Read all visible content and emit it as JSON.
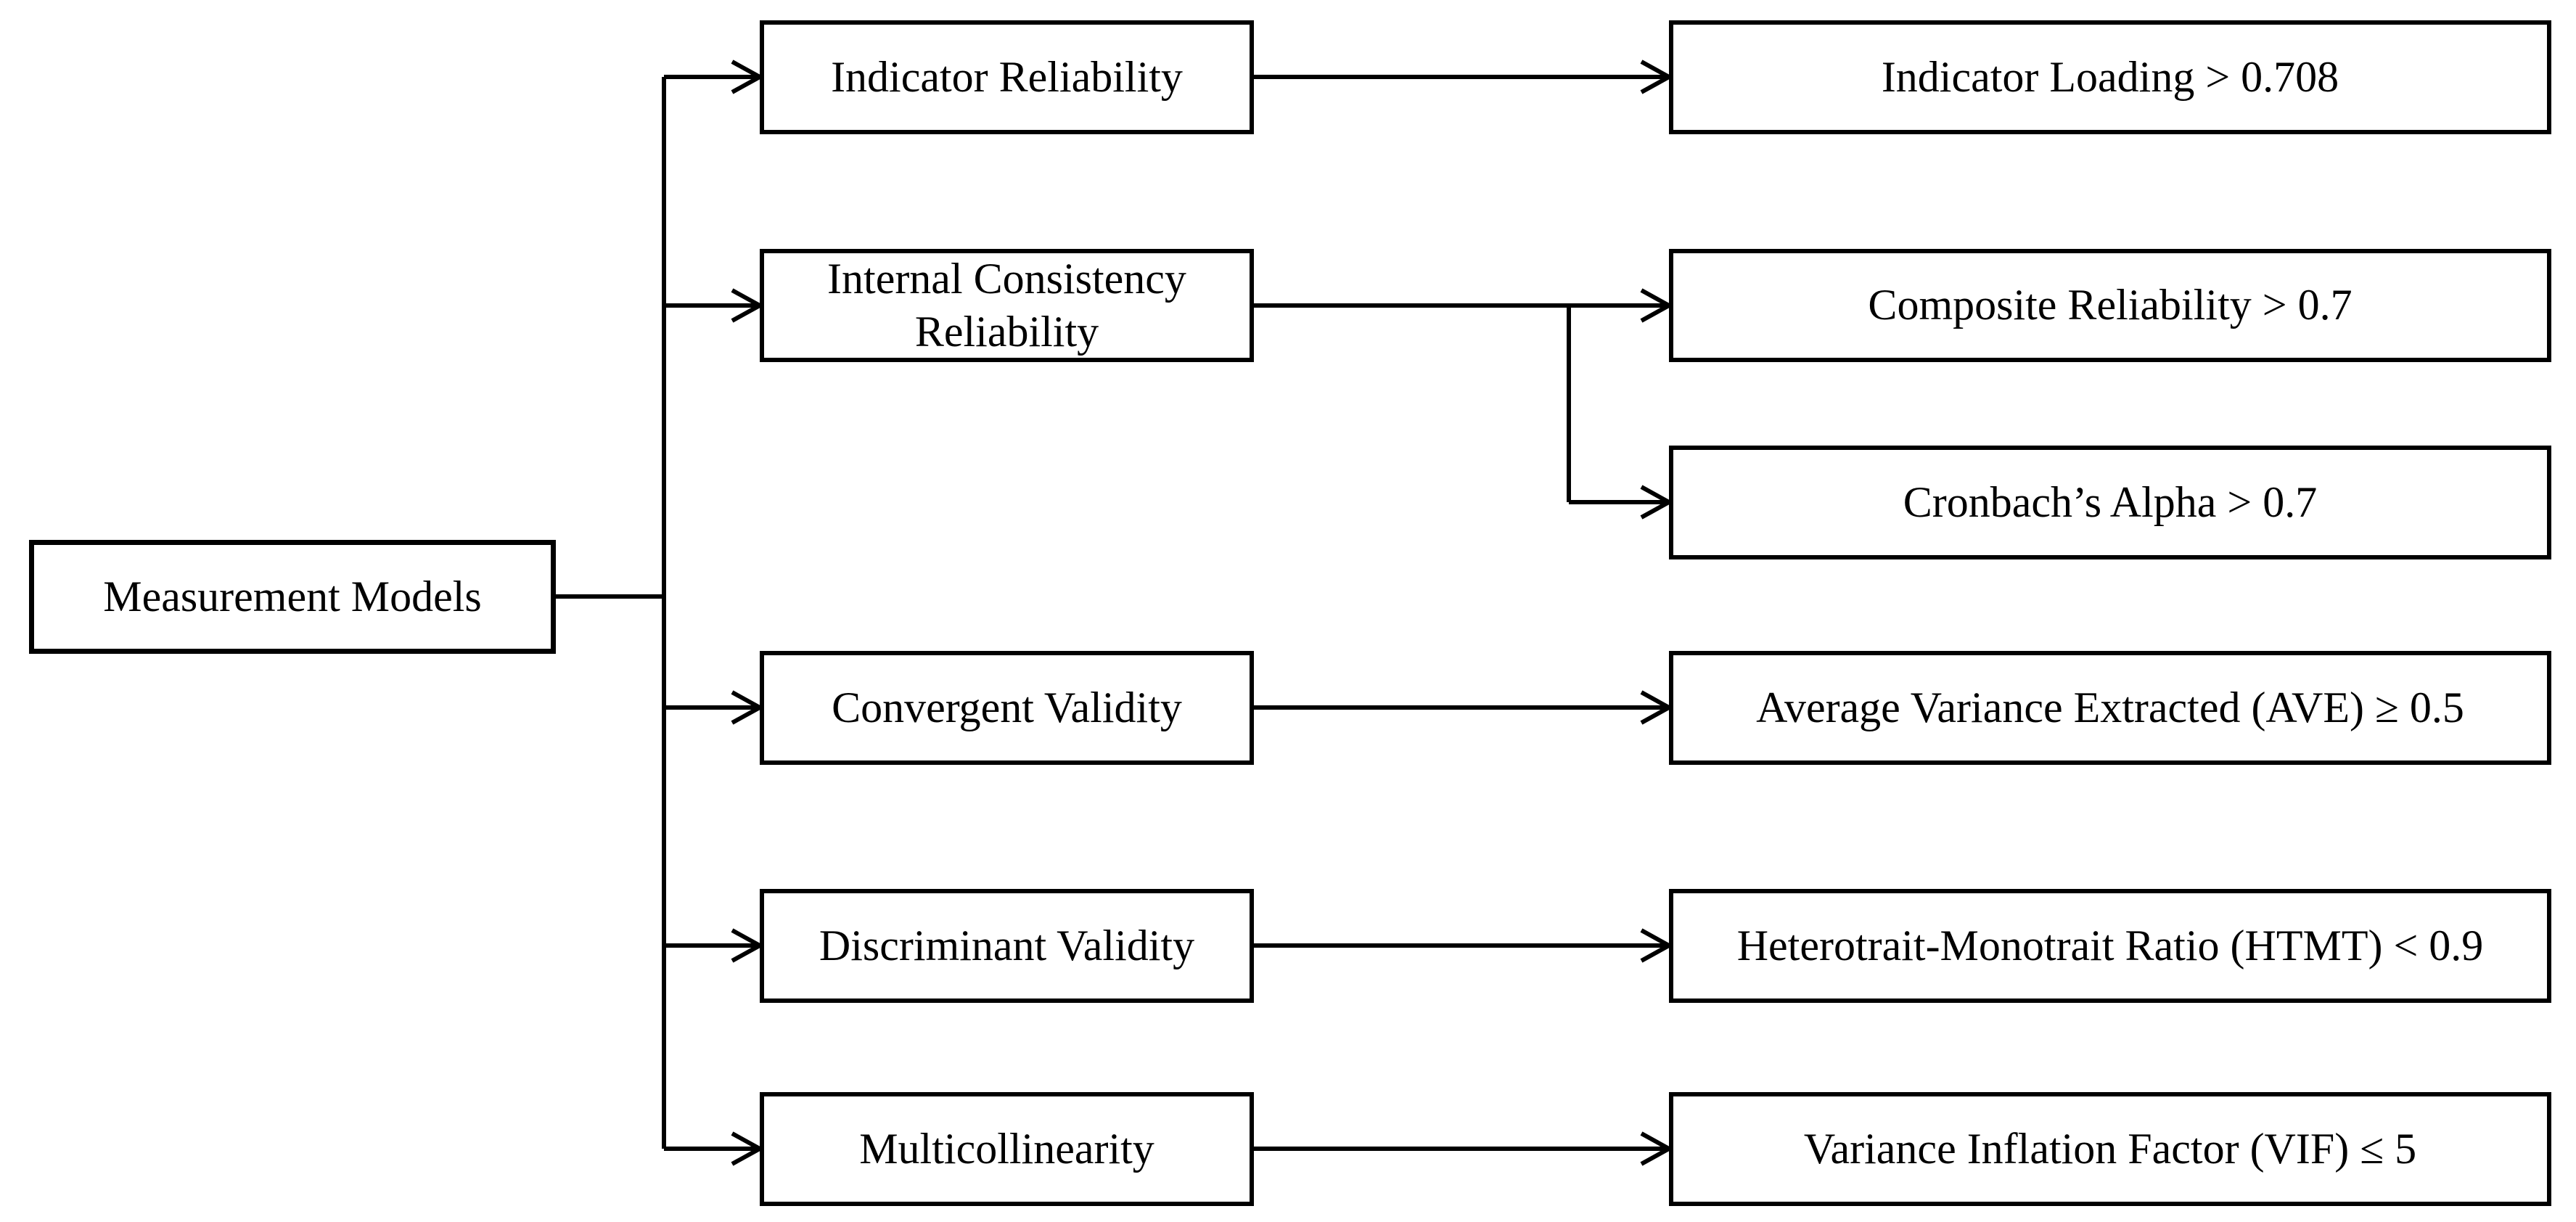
{
  "diagram": {
    "title_hint": "Measurement model assessment criteria",
    "root": {
      "label": "Measurement Models"
    },
    "criteria": [
      {
        "label": "Indicator Reliability",
        "thresholds": [
          {
            "label": "Indicator Loading > 0.708"
          }
        ]
      },
      {
        "label": "Internal Consistency Reliability",
        "thresholds": [
          {
            "label": "Composite Reliability > 0.7"
          },
          {
            "label": "Cronbach’s Alpha > 0.7"
          }
        ]
      },
      {
        "label": "Convergent Validity",
        "thresholds": [
          {
            "label": "Average Variance Extracted (AVE) ≥ 0.5"
          }
        ]
      },
      {
        "label": "Discriminant Validity",
        "thresholds": [
          {
            "label": "Heterotrait-Monotrait Ratio (HTMT) < 0.9"
          }
        ]
      },
      {
        "label": "Multicollinearity",
        "thresholds": [
          {
            "label": "Variance Inflation Factor (VIF) ≤ 5"
          }
        ]
      }
    ],
    "colors": {
      "line": "#000000",
      "box_border": "#000000",
      "box_fill": "#ffffff",
      "text": "#000000",
      "background": "#ffffff"
    }
  }
}
